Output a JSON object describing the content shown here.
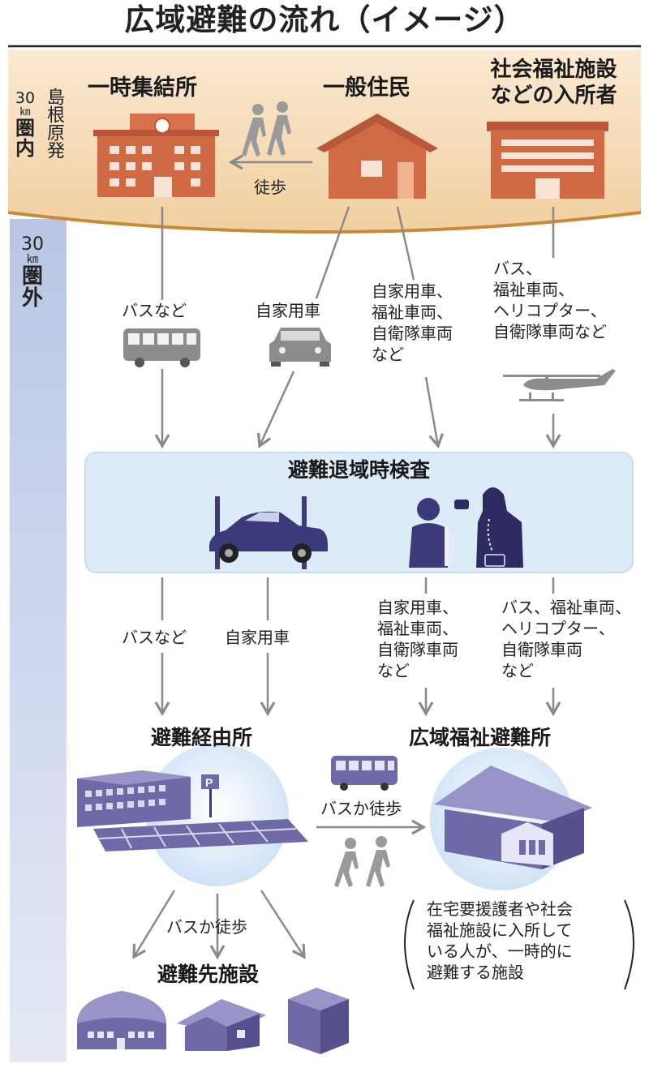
{
  "title": "広域避難の流れ（イメージ）",
  "zone_inside": {
    "km": "30",
    "unit": "㎞",
    "name": "島根原発",
    "ken": "圏",
    "nai": "内"
  },
  "zone_outside": {
    "km": "30",
    "unit": "㎞",
    "ken": "圏",
    "gai": "外"
  },
  "sources": {
    "assembly": "一時集結所",
    "residents": "一般住民",
    "welfare_line1": "社会福祉施設",
    "welfare_line2": "などの入所者",
    "walk": "徒歩"
  },
  "routes_upper": {
    "bus": "バスなど",
    "car": "自家用車",
    "mixed": "自家用車、\n福祉車両、\n自衛隊車両\nなど",
    "welfare": "バス、\n福祉車両、\nヘリコプター、\n自衛隊車両など"
  },
  "inspection": {
    "title": "避難退域時検査"
  },
  "routes_lower": {
    "bus": "バスなど",
    "car": "自家用車",
    "mixed": "自家用車、\n福祉車両、\n自衛隊車両\nなど",
    "welfare": "バス、福祉車両、\nヘリコプター、\n自衛隊車両\nなど"
  },
  "destinations": {
    "relay": "避難経由所",
    "welfare_shelter": "広域福祉避難所",
    "bus_or_walk": "バスか徒歩",
    "bus_or_walk_down": "バスか徒歩",
    "final": "避難先施設",
    "note": "在宅要援護者や社会\n福祉施設に入所して\nいる人が、一時的に\n避難する施設"
  },
  "colors": {
    "zone_band": "#f2d2a6",
    "zone_arc": "#c58a3a",
    "outside_strip": "#c7d2ea",
    "inspection_box": "#dcebf8",
    "building_red": "#cf6a45",
    "purple": "#6e6aa8",
    "arrow": "#8a8a8a"
  }
}
